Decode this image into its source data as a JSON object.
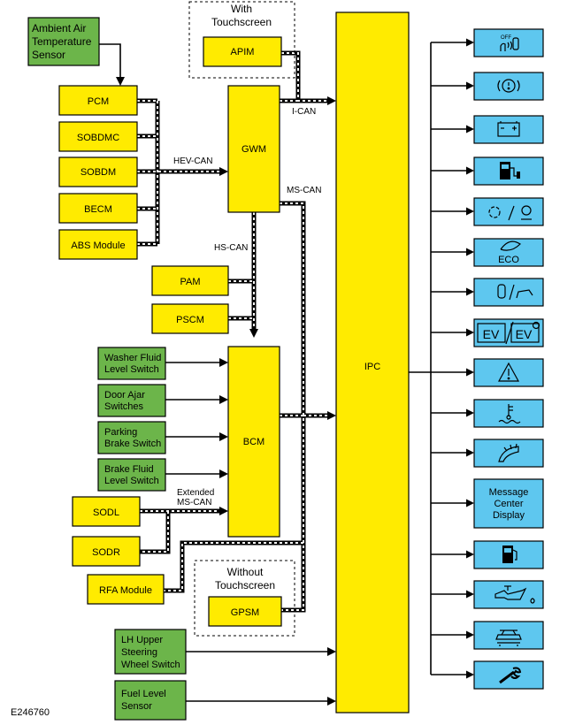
{
  "figure_id": "E246760",
  "groups": {
    "with_touchscreen": [
      "With",
      "Touchscreen"
    ],
    "without_touchscreen": [
      "Without",
      "Touchscreen"
    ]
  },
  "buses": {
    "hev_can": "HEV-CAN",
    "i_can": "I-CAN",
    "ms_can": "MS-CAN",
    "hs_can": "HS-CAN",
    "extended_ms_can": [
      "Extended",
      "MS-CAN"
    ]
  },
  "modules": {
    "apim": "APIM",
    "pcm": "PCM",
    "sobdmc": "SOBDMC",
    "sobdm": "SOBDM",
    "becm": "BECM",
    "abs": "ABS Module",
    "gwm": "GWM",
    "pam": "PAM",
    "pscm": "PSCM",
    "bcm": "BCM",
    "sodl": "SODL",
    "sodr": "SODR",
    "rfa": "RFA Module",
    "gpsm": "GPSM",
    "ipc": "IPC"
  },
  "inputs": {
    "ambient": [
      "Ambient Air",
      "Temperature",
      "Sensor"
    ],
    "washer": [
      "Washer Fluid",
      "Level Switch"
    ],
    "door": [
      "Door Ajar",
      "Switches"
    ],
    "parking": [
      "Parking",
      "Brake Switch"
    ],
    "brake_fluid": [
      "Brake Fluid",
      "Level Switch"
    ],
    "lh_switch": [
      "LH Upper",
      "Steering",
      "Wheel Switch"
    ],
    "fuel_sensor": [
      "Fuel Level",
      "Sensor"
    ]
  },
  "outputs": {
    "airbag_off_icon_text": "OFF",
    "eco_text": "ECO",
    "ev_text": "EV",
    "message_center": [
      "Message",
      "Center",
      "Display"
    ],
    "icons": [
      "passenger-airbag-off-icon",
      "brake-system-icon",
      "battery-charge-icon",
      "electric-fuel-pump-icon",
      "steering-assist-icon",
      "eco-leaf-icon",
      "door-ajar-icon",
      "ev-mode-icon",
      "warning-triangle-icon",
      "coolant-temperature-icon",
      "washer-fluid-icon",
      "message-center-display",
      "fuel-pump-icon",
      "oil-pressure-icon",
      "service-vehicle-icon",
      "wrench-icon"
    ]
  }
}
